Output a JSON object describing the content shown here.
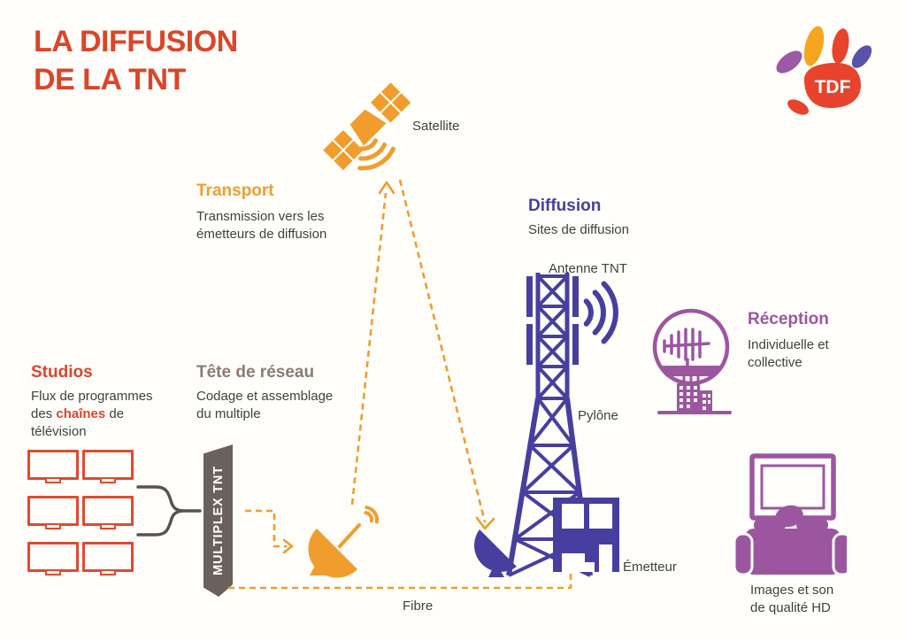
{
  "palette": {
    "red": "#DB4529",
    "orange": "#F09D2D",
    "indigo": "#473FA0",
    "purple": "#9C56A0",
    "taupe": "#8C7B72",
    "banner_gray": "#6B615C",
    "text_gray": "#414042",
    "logo_red": "#E8432C",
    "logo_orange": "#F5A61E",
    "logo_purple": "#9C59A5",
    "logo_indigo": "#5A51A8"
  },
  "title": {
    "line1": "LA DIFFUSION",
    "line2": "DE LA TNT"
  },
  "logo": {
    "label": "TDF"
  },
  "sections": {
    "studios": {
      "heading": "Studios",
      "body_pre": "Flux de programmes des ",
      "body_highlight": "chaînes",
      "body_post": " de télévision"
    },
    "tete_de_reseau": {
      "heading": "Tête de réseau",
      "body": "Codage et assemblage\ndu multiple"
    },
    "transport": {
      "heading": "Transport",
      "body": "Transmission vers les\németteurs de diffusion"
    },
    "diffusion": {
      "heading": "Diffusion",
      "body": "Sites de diffusion"
    },
    "reception": {
      "heading": "Réception",
      "body": "Individuelle et\ncollective"
    }
  },
  "labels": {
    "satellite": "Satellite",
    "antenne_tnt": "Antenne TNT",
    "pylone": "Pylône",
    "emetteur": "Émetteur",
    "fibre": "Fibre",
    "multiplex": "MULTIPLEX TNT",
    "qualite": "Images et son\nde qualité HD"
  }
}
